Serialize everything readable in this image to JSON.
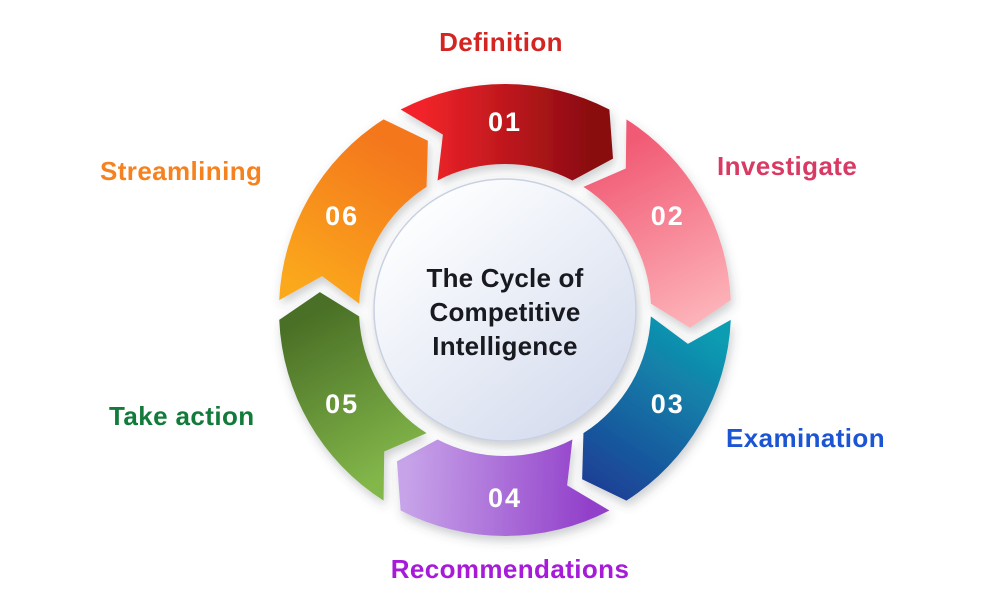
{
  "center_title": {
    "lines": [
      "The Cycle of",
      "Competitive",
      "Intelligence"
    ],
    "text_color": "#191920"
  },
  "steps": [
    {
      "number": "01",
      "label": "Definition",
      "label_color": "#d32522",
      "gradient_start": "#f3242a",
      "gradient_end": "#8a0c10"
    },
    {
      "number": "02",
      "label": "Investigate",
      "label_color": "#d83a64",
      "gradient_start": "#f15a74",
      "gradient_end": "#fdb4ba"
    },
    {
      "number": "03",
      "label": "Examination",
      "label_color": "#1c55d4",
      "gradient_start": "#0e9db2",
      "gradient_end": "#1c4096"
    },
    {
      "number": "04",
      "label": "Recommendations",
      "label_color": "#a61ad8",
      "gradient_start": "#c7a3e9",
      "gradient_end": "#9240ca"
    },
    {
      "number": "05",
      "label": "Take action",
      "label_color": "#127b3a",
      "gradient_start": "#4a7026",
      "gradient_end": "#83b74a"
    },
    {
      "number": "06",
      "label": "Streamlining",
      "label_color": "#f5821f",
      "gradient_start": "#f4771c",
      "gradient_end": "#fba91e"
    }
  ],
  "colors": {
    "background": "#ffffff",
    "number_text": "#ffffff",
    "disc_light": "#feffff",
    "disc_dark": "#d5dcee",
    "disc_rim": "#c8d0e2"
  }
}
